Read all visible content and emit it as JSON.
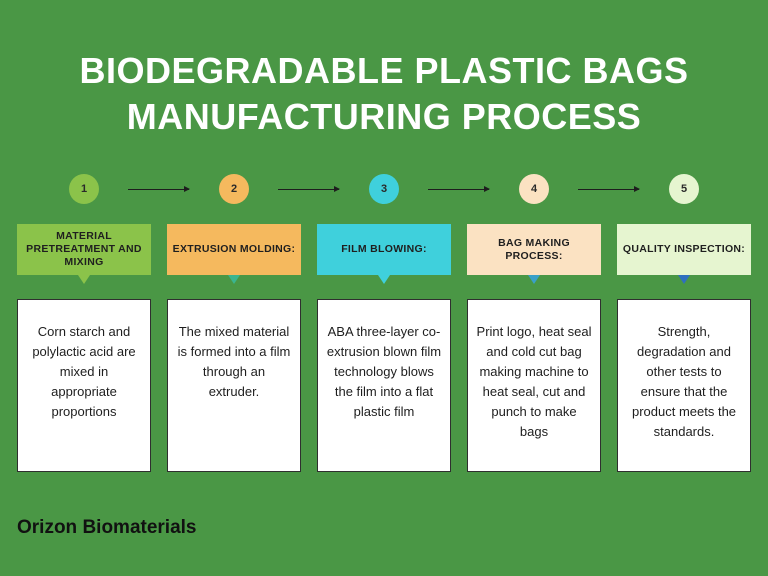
{
  "title": {
    "line1": "BIODEGRADABLE PLASTIC BAGS",
    "line2": "MANUFACTURING PROCESS"
  },
  "steps": [
    {
      "number": "1",
      "label": "MATERIAL PRETREATMENT AND MIXING",
      "description": "Corn starch and polylactic acid are mixed in appropriate proportions",
      "circle_color": "#8bc34a",
      "label_color": "#8bc34a",
      "pointer_color": "#8bc34a"
    },
    {
      "number": "2",
      "label": "EXTRUSION MOLDING:",
      "description": "The mixed material is formed into a film through an extruder.",
      "circle_color": "#f5b95e",
      "label_color": "#f5b95e",
      "pointer_color": "#3bb58f"
    },
    {
      "number": "3",
      "label": "FILM BLOWING:",
      "description": "ABA three-layer co-extrusion blown film technology blows the film into a flat plastic film",
      "circle_color": "#3fd0dc",
      "label_color": "#3fd0dc",
      "pointer_color": "#3fd0dc"
    },
    {
      "number": "4",
      "label": "BAG MAKING PROCESS:",
      "description": "Print logo, heat seal and cold cut bag making machine to heat seal, cut and punch to make bags",
      "circle_color": "#fbe2c2",
      "label_color": "#fbe2c2",
      "pointer_color": "#3aa0c8"
    },
    {
      "number": "5",
      "label": "QUALITY INSPECTION:",
      "description": "Strength, degradation and other tests to ensure that the product meets the standards.",
      "circle_color": "#e6f5d0",
      "label_color": "#e6f5d0",
      "pointer_color": "#2f6fbf"
    }
  ],
  "brand": "Orizon Biomaterials",
  "colors": {
    "background": "#4a9745",
    "title": "#ffffff",
    "card_bg": "#ffffff",
    "arrow": "#1e1e1e"
  }
}
